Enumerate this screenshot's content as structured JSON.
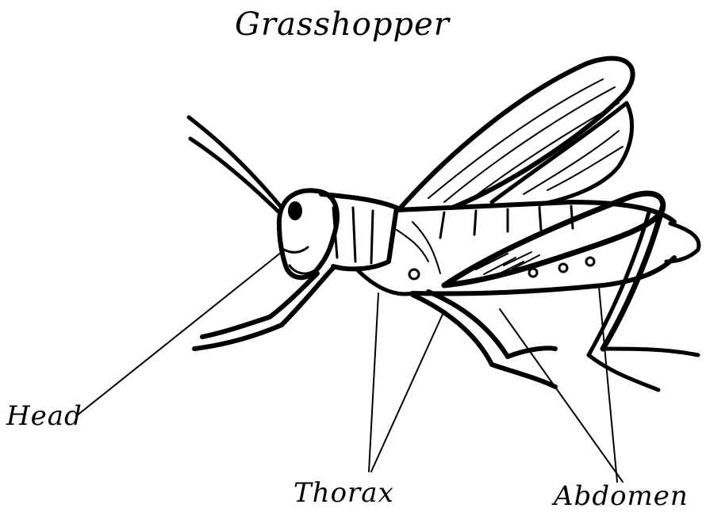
{
  "diagram": {
    "title": "Grasshopper",
    "labels": {
      "head": "Head",
      "thorax": "Thorax",
      "abdomen": "Abdomen"
    }
  },
  "colors": {
    "ink": "#000000",
    "paper": "#ffffff"
  }
}
